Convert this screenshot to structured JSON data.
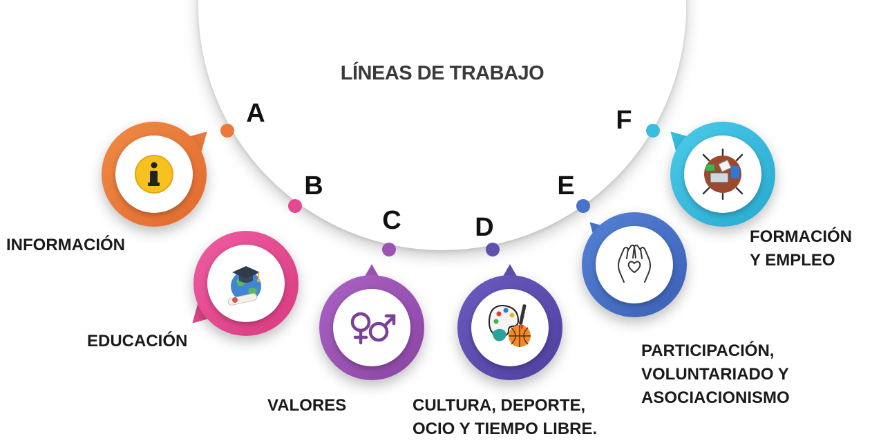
{
  "title": "LÍNEAS DE TRABAJO",
  "colors": {
    "informacion": "#ea7a3c",
    "educacion": "#e4488f",
    "valores": "#9c54b4",
    "cultura": "#5f4fb0",
    "participacion": "#4a72c8",
    "formacion": "#38bddf"
  },
  "items": [
    {
      "letter": "A",
      "label": [
        "INFORMACIÓN"
      ],
      "icon": "info-icon"
    },
    {
      "letter": "B",
      "label": [
        "EDUCACIÓN"
      ],
      "icon": "graduation-globe-icon"
    },
    {
      "letter": "C",
      "label": [
        "VALORES"
      ],
      "icon": "gender-symbols-icon"
    },
    {
      "letter": "D",
      "label": [
        "CULTURA, DEPORTE,",
        "OCIO Y TIEMPO LIBRE."
      ],
      "icon": "palette-basketball-icon"
    },
    {
      "letter": "E",
      "label": [
        "PARTICIPACIÓN,",
        "VOLUNTARIADO Y",
        "ASOCIACIONISMO"
      ],
      "icon": "caring-hands-icon"
    },
    {
      "letter": "F",
      "label": [
        "FORMACIÓN",
        "Y EMPLEO"
      ],
      "icon": "teamwork-desk-icon"
    }
  ]
}
